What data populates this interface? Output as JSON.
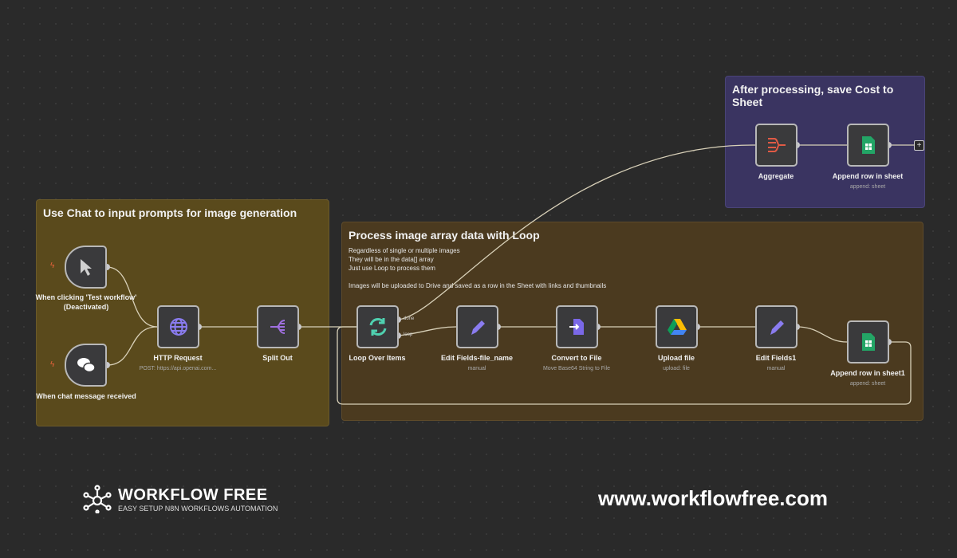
{
  "groups": {
    "chat": {
      "title": "Use Chat to input prompts for image generation"
    },
    "loop": {
      "title": "Process image array data with Loop",
      "note": "Regardless of single or multiple images\nThey will be in the data[] array\nJust use Loop to process them\n\nImages will be uploaded to Drive and saved as a row in the Sheet with links and thumbnails"
    },
    "cost": {
      "title": "After processing, save Cost to Sheet"
    }
  },
  "nodes": {
    "manual_trigger": {
      "label": "When clicking 'Test workflow' (Deactivated)"
    },
    "chat_trigger": {
      "label": "When chat message received"
    },
    "http": {
      "label": "HTTP Request",
      "sub": "POST: https://api.openai.com..."
    },
    "split": {
      "label": "Split Out"
    },
    "loop": {
      "label": "Loop Over Items",
      "done": "done",
      "loop": "loop"
    },
    "edit1": {
      "label": "Edit Fields-file_name",
      "sub": "manual"
    },
    "convert": {
      "label": "Convert to File",
      "sub": "Move Base64 String to File"
    },
    "upload": {
      "label": "Upload file",
      "sub": "upload: file"
    },
    "edit2": {
      "label": "Edit Fields1",
      "sub": "manual"
    },
    "append1": {
      "label": "Append row in sheet1",
      "sub": "append: sheet"
    },
    "aggregate": {
      "label": "Aggregate"
    },
    "append": {
      "label": "Append row in sheet",
      "sub": "append: sheet"
    }
  },
  "brand": {
    "name": "WORKFLOW FREE",
    "tagline": "EASY SETUP N8N WORKFLOWS AUTOMATION",
    "url": "www.workflowfree.com"
  },
  "colors": {
    "chat_group": "#5a4a1c",
    "loop_group": "#4b3a1f",
    "cost_group": "#3a3461"
  }
}
